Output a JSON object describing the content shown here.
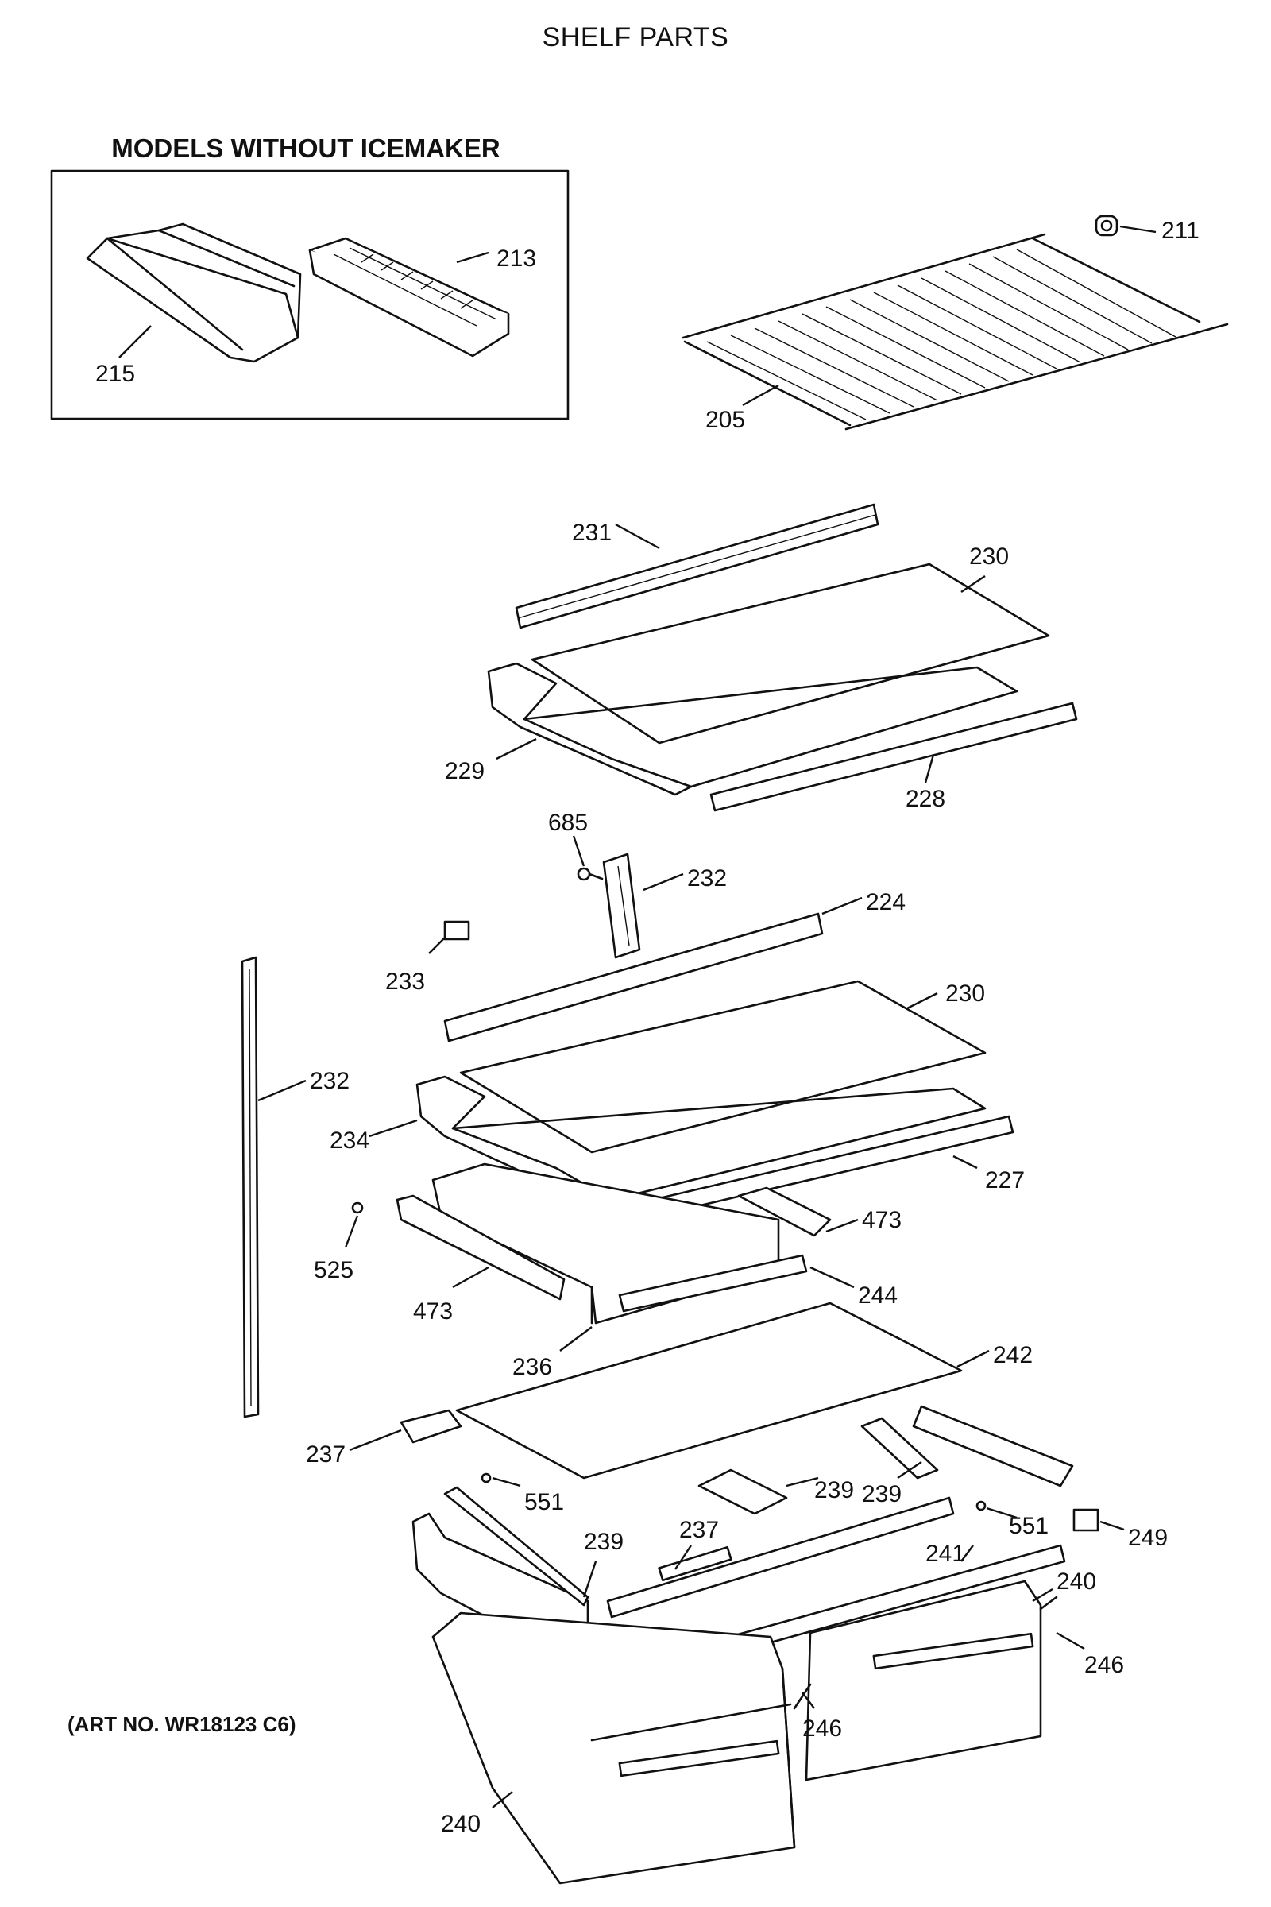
{
  "title": "SHELF PARTS",
  "inset_title": "MODELS WITHOUT ICEMAKER",
  "art_number": "(ART NO. WR18123 C6)",
  "callouts": [
    "215",
    "213",
    "211",
    "205",
    "231",
    "230",
    "229",
    "228",
    "685",
    "232",
    "224",
    "233",
    "230",
    "232",
    "234",
    "227",
    "525",
    "473",
    "473",
    "244",
    "236",
    "242",
    "237",
    "551",
    "239",
    "239",
    "249",
    "551",
    "239",
    "237",
    "241",
    "240",
    "246",
    "246",
    "240"
  ]
}
